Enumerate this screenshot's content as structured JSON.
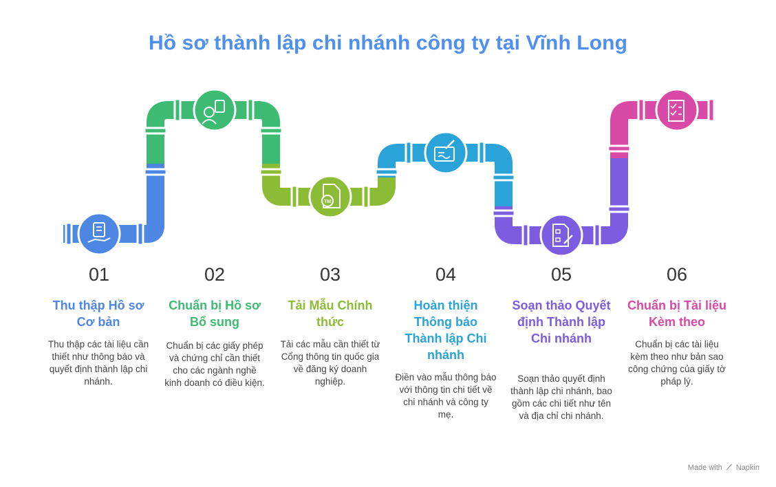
{
  "title": "Hồ sơ thành lập chi nhánh công ty tại Vĩnh Long",
  "steps": [
    {
      "number": "01",
      "title": "Thu thập Hồ sơ Cơ bản",
      "description": "Thu thập các tài liệu cần thiết như thông báo và quyết định thành lập chi nhánh.",
      "color": "#4e86e4",
      "icon": "document-hand-icon"
    },
    {
      "number": "02",
      "title": "Chuẩn bị Hồ sơ Bổ sung",
      "description": "Chuẩn bị các giấy phép và chứng chỉ cần thiết cho các ngành nghề kinh doanh có điều kiện.",
      "color": "#3dbb72",
      "icon": "worker-clipboard-icon"
    },
    {
      "number": "03",
      "title": "Tải Mẫu Chính thức",
      "description": "Tải các mẫu cần thiết từ Cổng thông tin quốc gia về đăng ký doanh nghiệp.",
      "color": "#8cbb36",
      "icon": "trademark-document-icon"
    },
    {
      "number": "04",
      "title": "Hoàn thiện Thông báo Thành lập Chi nhánh",
      "description": "Điền vào mẫu thông báo với thông tin chi tiết về chi nhánh và công ty mẹ.",
      "color": "#29a3d8",
      "icon": "signed-form-icon"
    },
    {
      "number": "05",
      "title": "Soạn thảo Quyết định Thành lập Chi nhánh",
      "description": "Soạn thảo quyết định thành lập chi nhánh, bao gồm các chi tiết như tên và địa chỉ chi nhánh.",
      "color": "#7c5ce0",
      "icon": "flowchart-edit-icon"
    },
    {
      "number": "06",
      "title": "Chuẩn bị Tài liệu Kèm theo",
      "description": "Chuẩn bị các tài liệu kèm theo như bản sao công chứng của giấy tờ pháp lý.",
      "color": "#d84aa6",
      "icon": "checklist-icon"
    }
  ],
  "footer": {
    "made_with": "Made with",
    "brand": "Napkin"
  }
}
